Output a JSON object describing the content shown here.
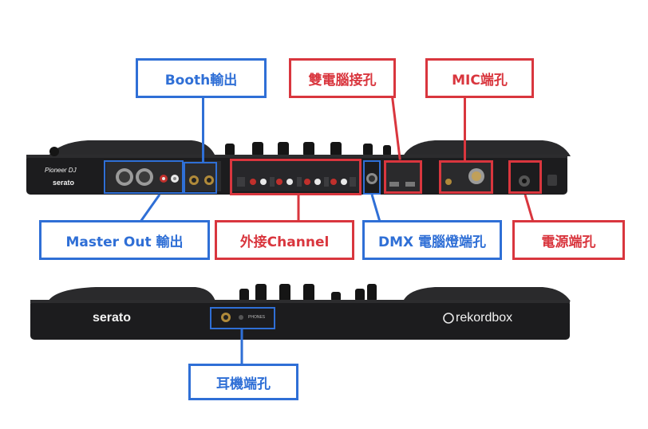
{
  "callouts": {
    "booth": "Booth輸出",
    "dual_pc": "雙電腦接孔",
    "mic": "MIC端孔",
    "master_out": "Master Out 輸出",
    "ext_channel": "外接Channel",
    "dmx": "DMX 電腦燈端孔",
    "power": "電源端孔",
    "headphone": "耳機端孔"
  },
  "device": {
    "back_brand": "Pioneer DJ",
    "back_serato": "serato",
    "front_serato": "serato",
    "front_rekordbox": "rekordbox",
    "headphone_label": "PHONES"
  },
  "colors": {
    "blue": "#2f6fd6",
    "red": "#d9363e",
    "device_body": "#1c1c1e"
  }
}
